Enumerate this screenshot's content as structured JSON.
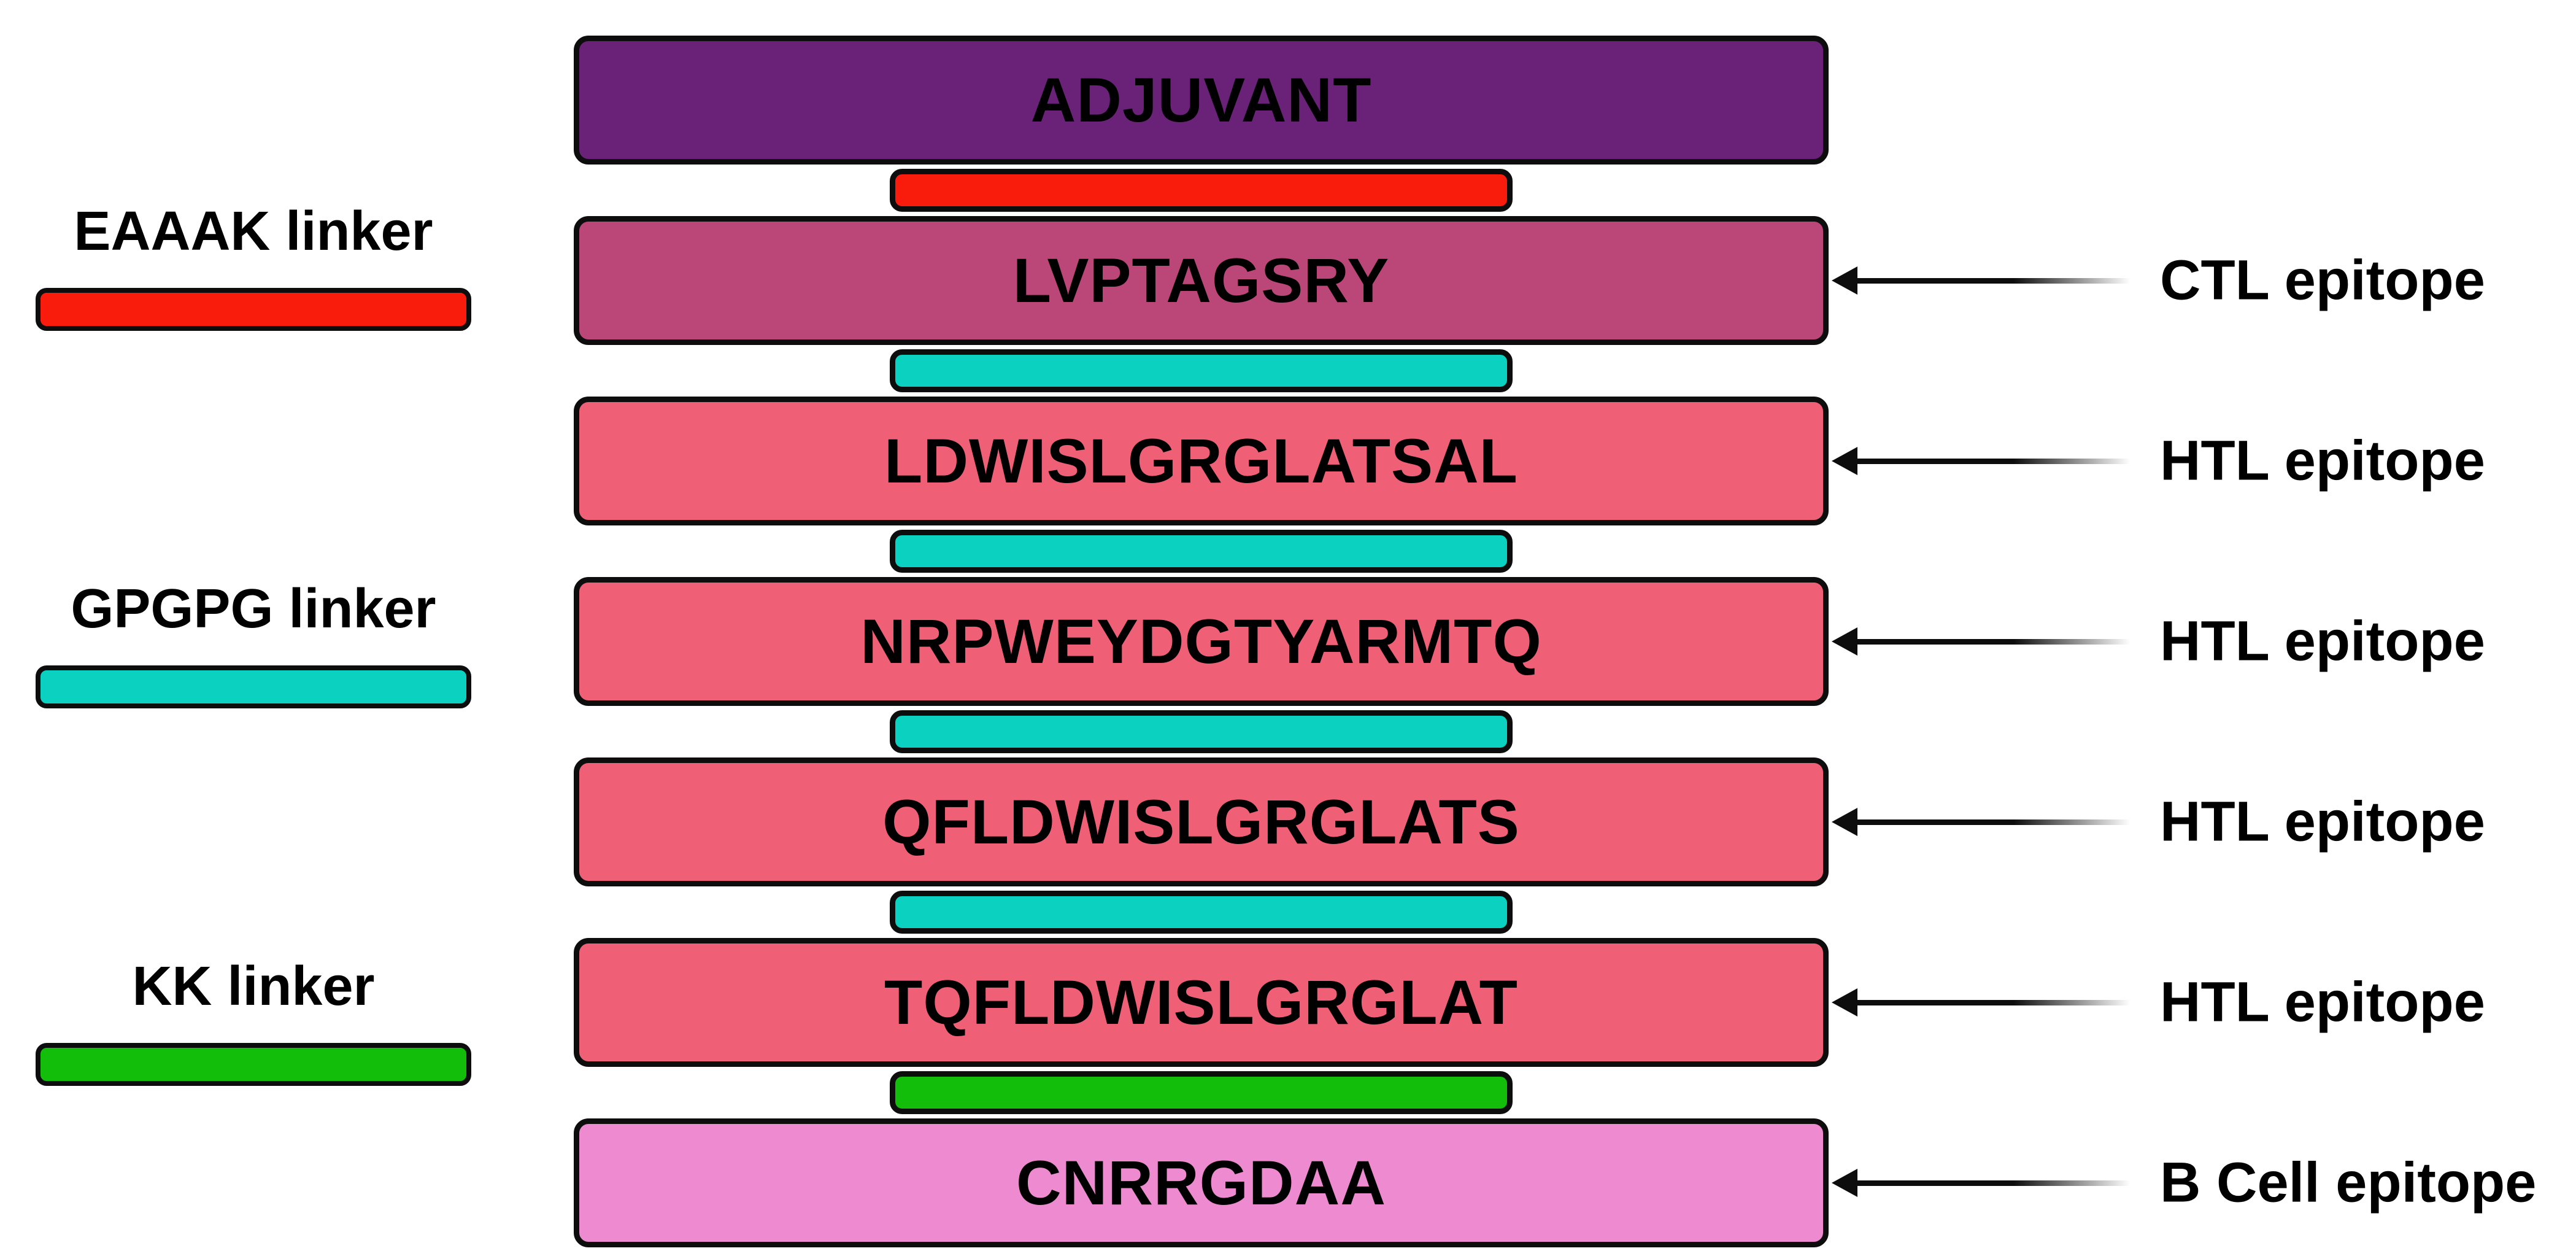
{
  "diagram": {
    "title_hint": "multi-epitope vaccine construct",
    "colors": {
      "background": "#ffffff",
      "outline": "#0d0d0d",
      "adjuvant": "#6A2178",
      "ctl_epitope": "#BB4678",
      "htl_epitope": "#EF5F75",
      "bcell_epitope": "#EE8BD0",
      "eaaak_linker": "#F91C0C",
      "gpgpg_linker": "#0BD2C0",
      "kk_linker": "#13BE0B"
    },
    "construct": {
      "segments": [
        {
          "type": "box",
          "kind": "adjuvant",
          "label": "ADJUVANT",
          "color": "#6A2178"
        },
        {
          "type": "linker",
          "kind": "eaaak",
          "label": "",
          "color": "#F91C0C"
        },
        {
          "type": "box",
          "kind": "ctl",
          "label": "LVPTAGSRY",
          "color": "#BB4678"
        },
        {
          "type": "linker",
          "kind": "gpgpg",
          "label": "",
          "color": "#0BD2C0"
        },
        {
          "type": "box",
          "kind": "htl",
          "label": "LDWISLGRGLATSAL",
          "color": "#EF5F75"
        },
        {
          "type": "linker",
          "kind": "gpgpg",
          "label": "",
          "color": "#0BD2C0"
        },
        {
          "type": "box",
          "kind": "htl",
          "label": "NRPWEYDGTYARMTQ",
          "color": "#EF5F75"
        },
        {
          "type": "linker",
          "kind": "gpgpg",
          "label": "",
          "color": "#0BD2C0"
        },
        {
          "type": "box",
          "kind": "htl",
          "label": "QFLDWISLGRGLATS",
          "color": "#EF5F75"
        },
        {
          "type": "linker",
          "kind": "gpgpg",
          "label": "",
          "color": "#0BD2C0"
        },
        {
          "type": "box",
          "kind": "htl",
          "label": "TQFLDWISLGRGLAT",
          "color": "#EF5F75"
        },
        {
          "type": "linker",
          "kind": "kk",
          "label": "",
          "color": "#13BE0B"
        },
        {
          "type": "box",
          "kind": "bcell",
          "label": "CNRRGDAA",
          "color": "#EE8BD0"
        }
      ]
    },
    "legend": [
      {
        "label": "EAAAK linker",
        "color": "#F91C0C"
      },
      {
        "label": "GPGPG linker",
        "color": "#0BD2C0"
      },
      {
        "label": "KK linker",
        "color": "#13BE0B"
      }
    ],
    "annotations": [
      {
        "label": "CTL epitope",
        "target": "LVPTAGSRY"
      },
      {
        "label": "HTL epitope",
        "target": "LDWISLGRGLATSAL"
      },
      {
        "label": "HTL epitope",
        "target": "NRPWEYDGTYARMTQ"
      },
      {
        "label": "HTL epitope",
        "target": "QFLDWISLGRGLATS"
      },
      {
        "label": "HTL epitope",
        "target": "TQFLDWISLGRGLAT"
      },
      {
        "label": "B Cell epitope",
        "target": "CNRRGDAA"
      }
    ]
  }
}
